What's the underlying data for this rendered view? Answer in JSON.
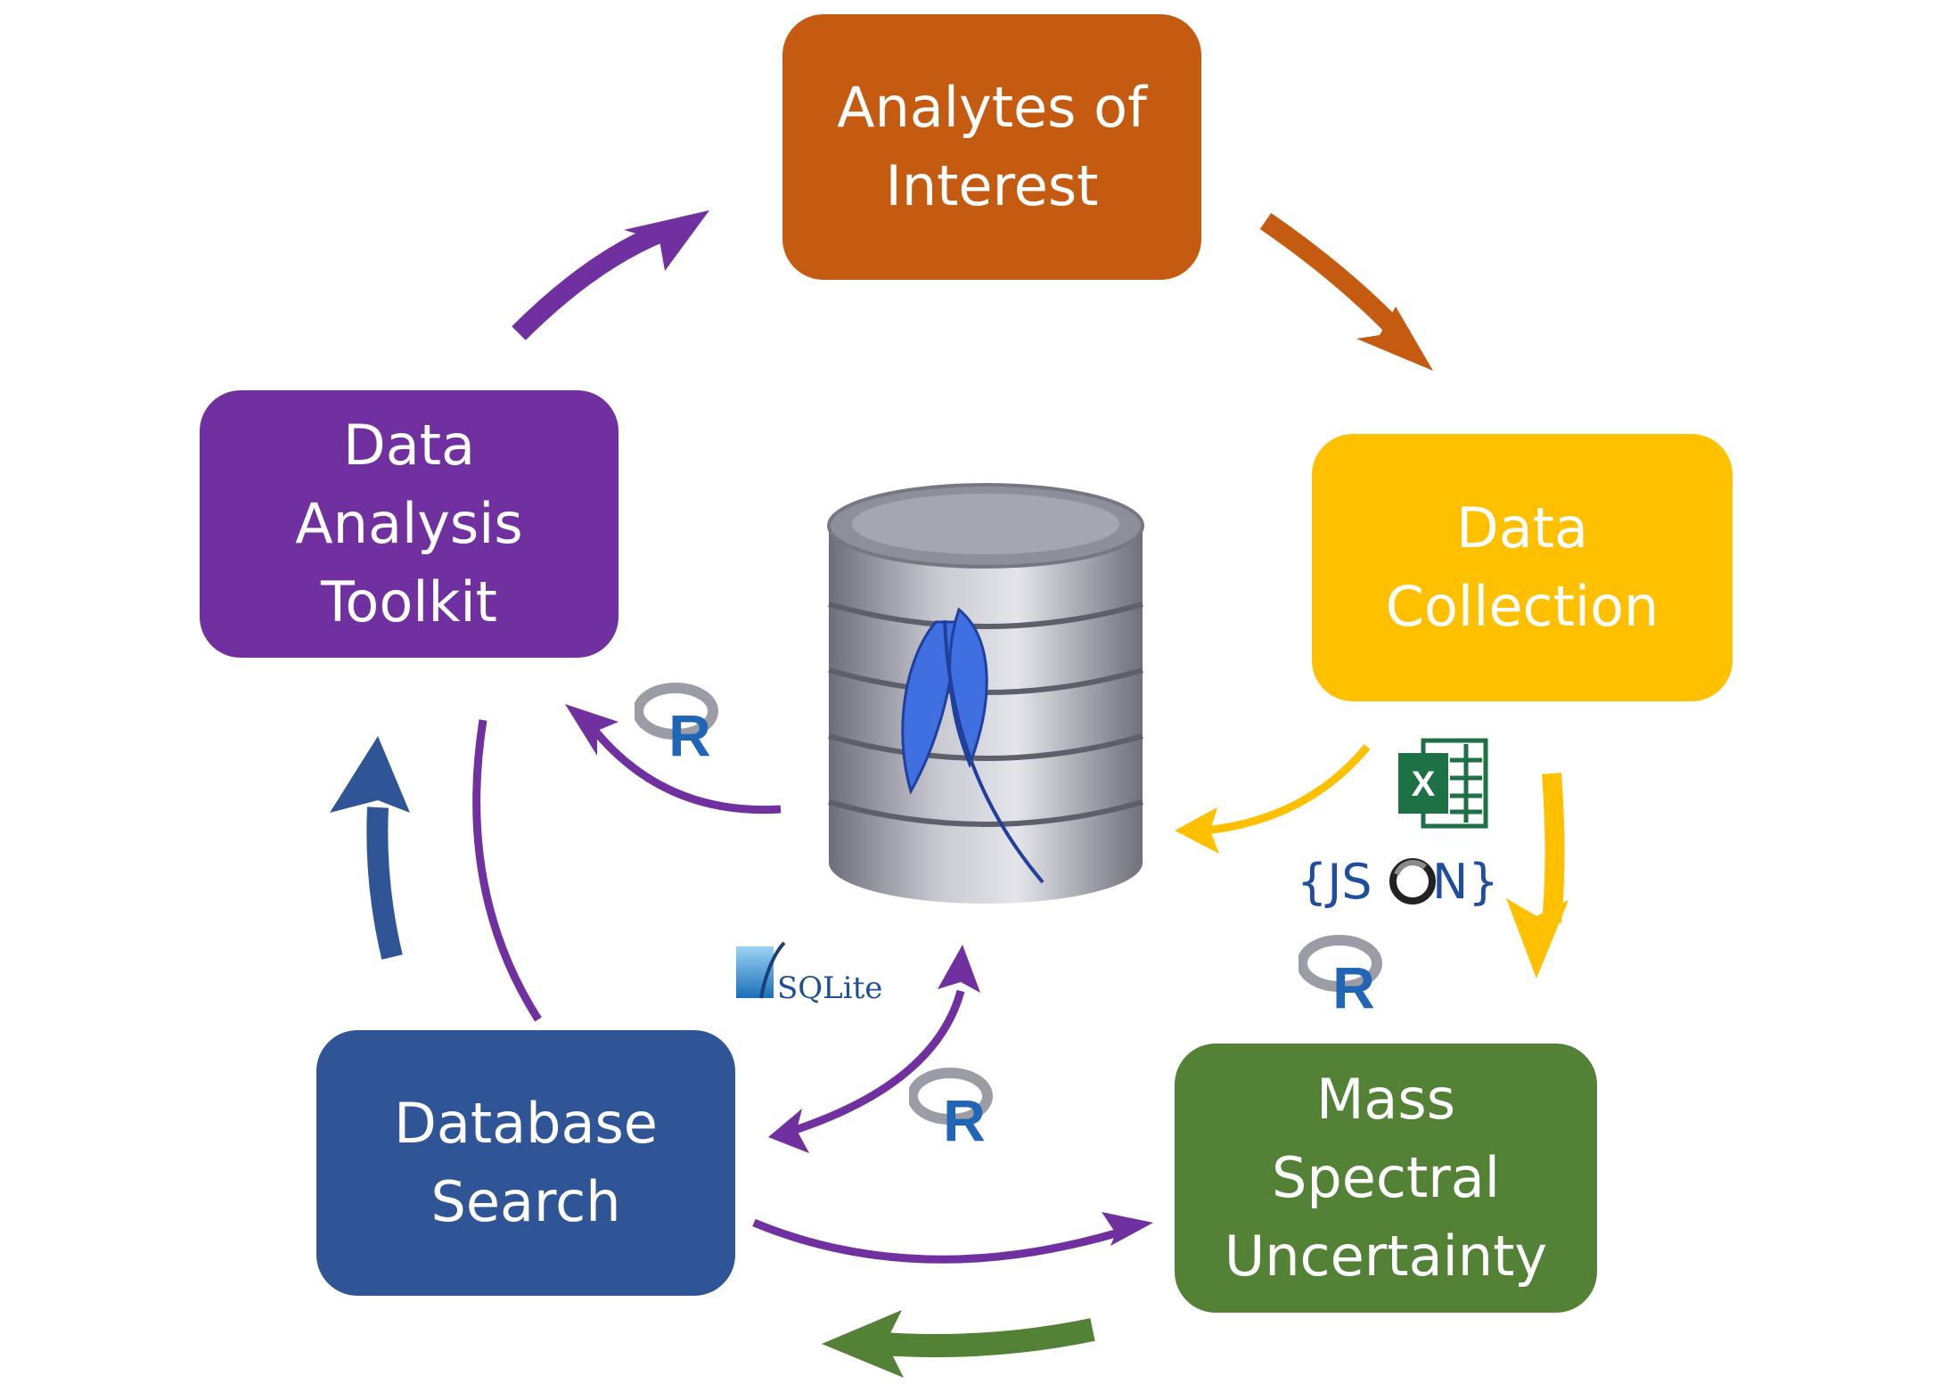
{
  "nodes": {
    "analytes": {
      "label": "Analytes of\nInterest",
      "color": "#c55a11"
    },
    "collection": {
      "label": "Data\nCollection",
      "color": "#ffc000"
    },
    "mass": {
      "label": "Mass\nSpectral\nUncertainty",
      "color": "#538135"
    },
    "search": {
      "label": "Database\nSearch",
      "color": "#2f5597"
    },
    "toolkit": {
      "label": "Data\nAnalysis\nToolkit",
      "color": "#7030a0"
    }
  },
  "logos": {
    "excel": {
      "text": "X",
      "icon": "excel-icon",
      "color": "#1e7145"
    },
    "json": {
      "text_left": "{JS",
      "text_right": "N}",
      "icon": "json-icon",
      "color": "#1f4e9c"
    },
    "sqlite": {
      "text": "SQLite",
      "icon": "sqlite-icon",
      "color": "#1f4e9c"
    },
    "r": {
      "text": "R",
      "icon": "r-logo-icon",
      "color": "#2165b6"
    }
  },
  "database": {
    "icon": "database-cylinder-icon",
    "feather_icon": "sqlite-feather-icon"
  },
  "colors": {
    "orange": "#c55a11",
    "yellow": "#ffc000",
    "green": "#538135",
    "blue": "#2f5597",
    "purple": "#7030a0"
  }
}
